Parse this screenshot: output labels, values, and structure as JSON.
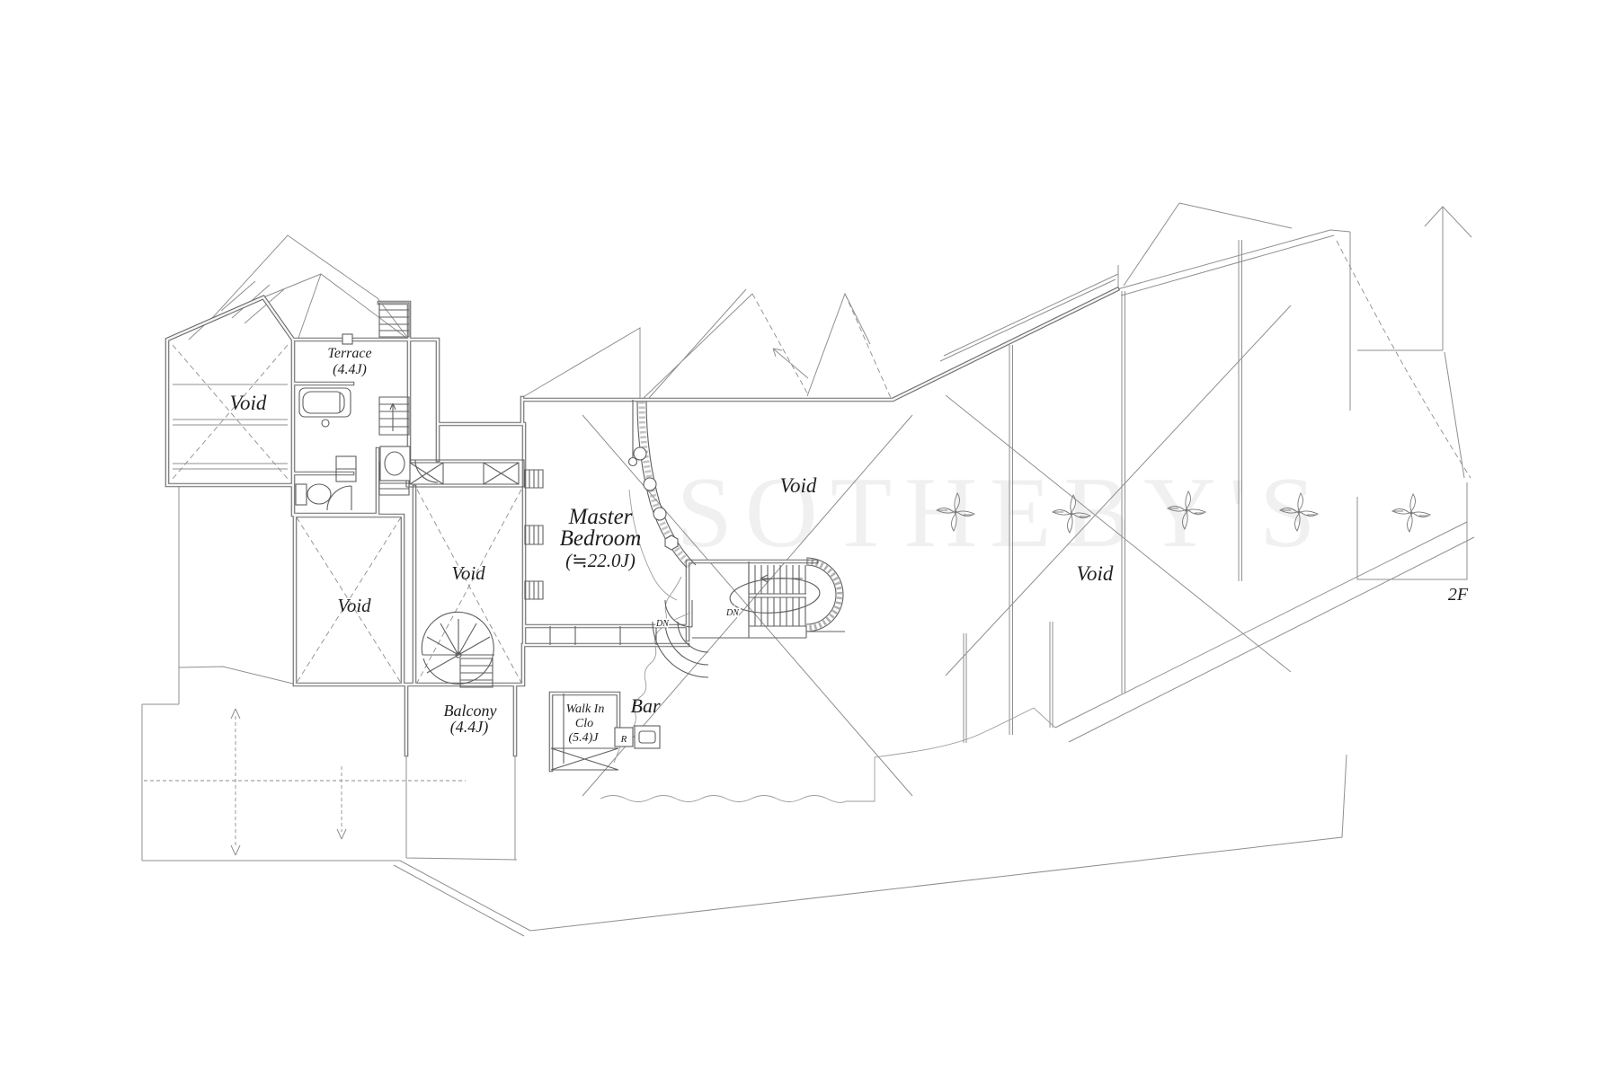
{
  "floor_label": "2F",
  "watermark": "SOTHEBY'S",
  "labels": {
    "terrace": {
      "name": "Terrace",
      "area": "(4.4J)"
    },
    "master_bedroom": {
      "line1": "Master",
      "line2": "Bedroom",
      "line3": "(≒22.0J)"
    },
    "balcony": {
      "name": "Balcony",
      "area": "(4.4J)"
    },
    "walk_in_closet": {
      "line1": "Walk In",
      "line2": "Clo",
      "line3": "(5.4)J"
    },
    "bar": "Bar",
    "refrigerator": "R",
    "down1": "DN",
    "down2": "DN",
    "voids": [
      "Void",
      "Void",
      "Void",
      "Void",
      "Void"
    ]
  }
}
